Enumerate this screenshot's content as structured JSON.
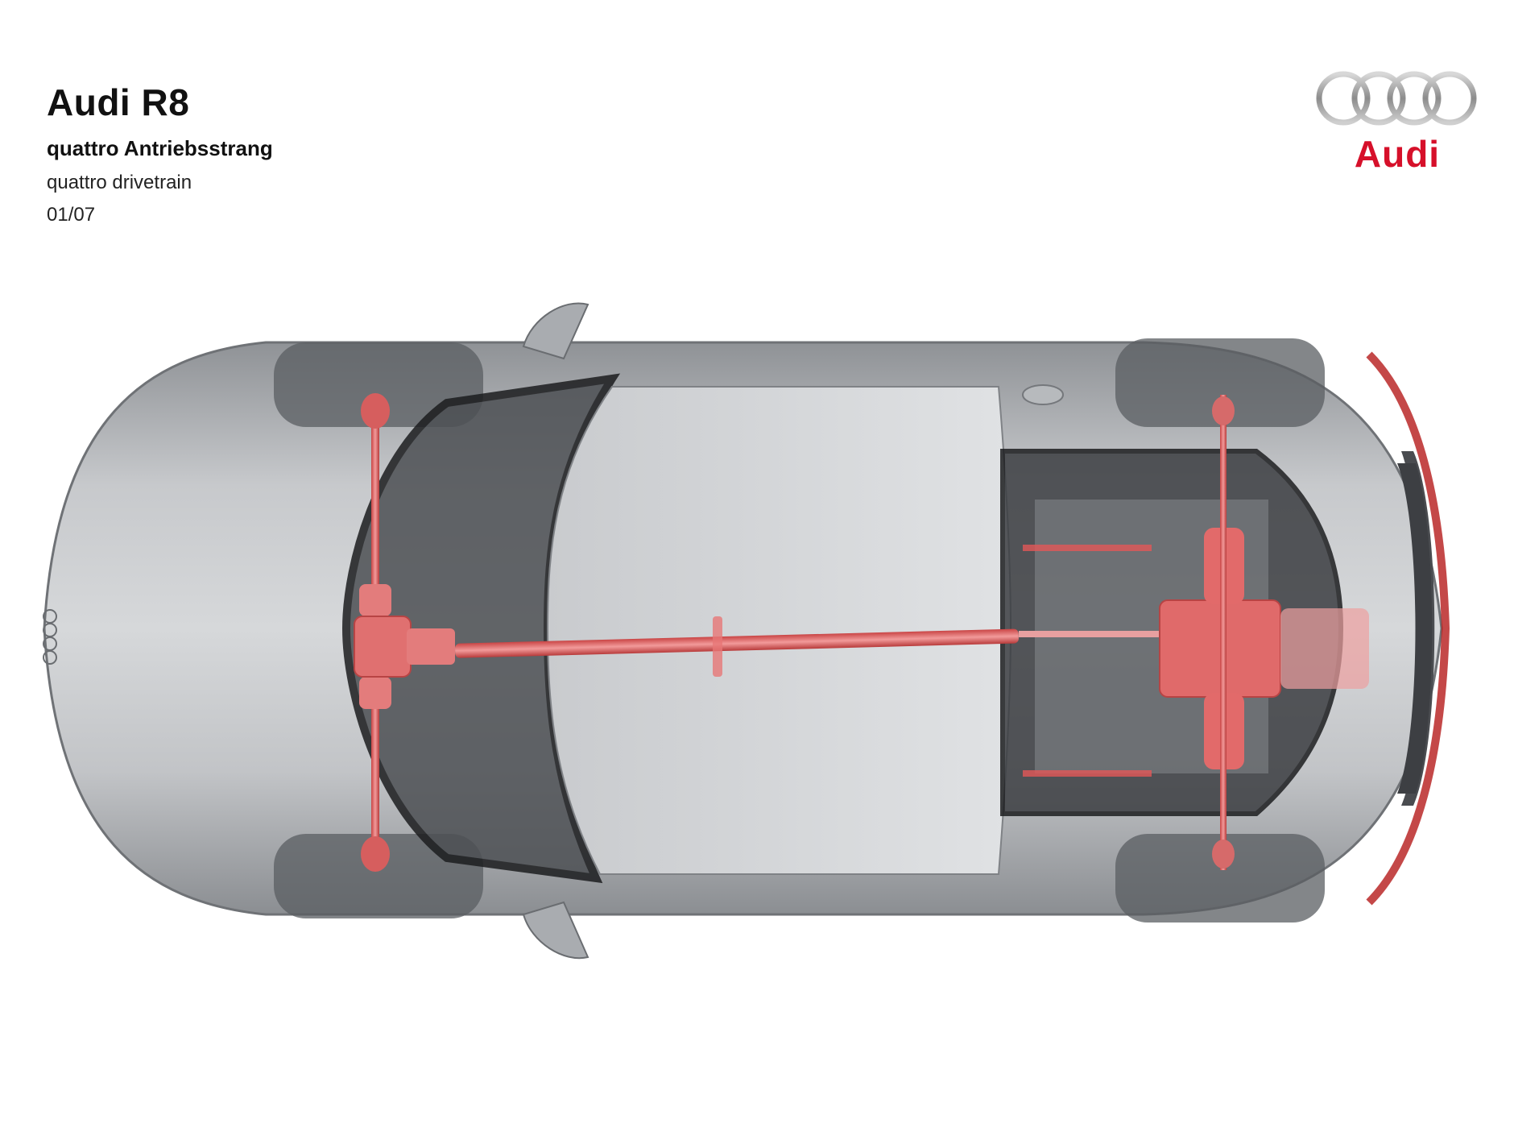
{
  "header": {
    "title": "Audi R8",
    "subtitle_de": "quattro Antriebsstrang",
    "subtitle_en": "quattro drivetrain",
    "date": "01/07"
  },
  "logo": {
    "rings_icon": "four-rings-icon",
    "wordmark": "Audi",
    "wordmark_color": "#d6102a",
    "rings_color": "#9a9a9a"
  },
  "diagram": {
    "subject": "Audi R8 top-down cutaway, quattro drivetrain highlighted",
    "body_color": "#c9cbcd",
    "highlight_color": "#e06a6a",
    "components": [
      "front-axle",
      "front-differential",
      "propeller-shaft",
      "engine",
      "gearbox",
      "rear-axle",
      "tires",
      "mirrors",
      "windscreen"
    ]
  }
}
